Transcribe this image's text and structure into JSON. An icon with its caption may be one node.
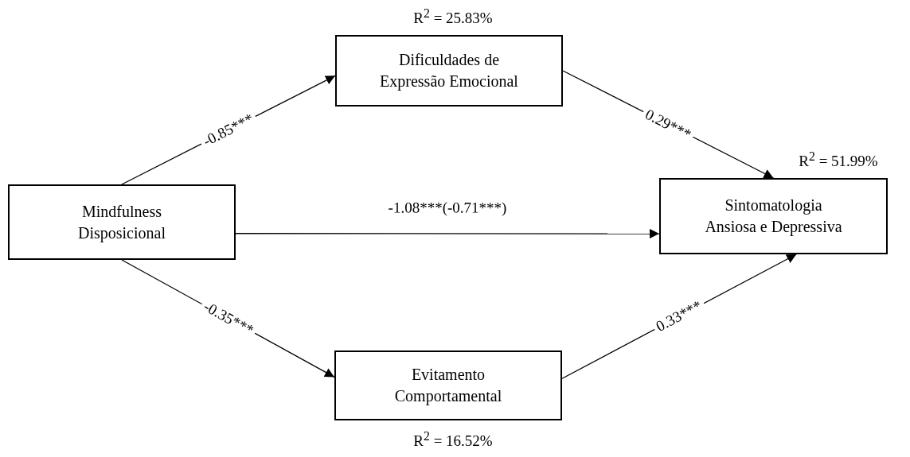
{
  "diagram": {
    "nodes": [
      {
        "text": [
          "Mindfulness Disposicional"
        ]
      },
      {
        "text": [
          "Dificuldades de Expressão Emocional"
        ],
        "beside": [
          "R$^{2}$ = 25.83%"
        ]
      },
      {
        "text": [
          "Sintomatologia Ansiosa e Depressiva"
        ],
        "beside": [
          "R$^{2}$ = 51.99%"
        ]
      },
      {
        "text": [
          "Evitamento Comportamental"
        ],
        "beside": [
          "R$^{2}$ = 16.52%"
        ]
      }
    ],
    "edges": [
      {
        "from": 0,
        "to": 1,
        "arrow": "to",
        "label": "-0.85***"
      },
      {
        "from": 1,
        "to": 2,
        "arrow": "to",
        "label": "0.29***"
      },
      {
        "from": 0,
        "to": 2,
        "arrow": "to",
        "label": "-1.08***(-0.71***)"
      },
      {
        "from": 0,
        "to": 3,
        "arrow": "to",
        "label": "-0.35***"
      },
      {
        "from": 3,
        "to": 2,
        "arrow": "to",
        "label": "0.33***"
      }
    ]
  }
}
